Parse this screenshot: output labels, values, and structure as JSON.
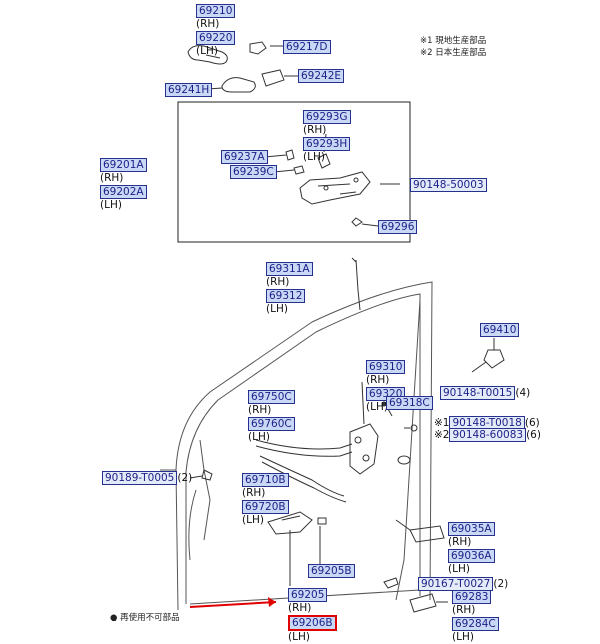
{
  "notes": [
    "※1 現地生産部品",
    "※2 日本生産部品"
  ],
  "footer_note": "● 再使用不可部品",
  "labels": {
    "p69210": {
      "code": "69210",
      "suffix": "(RH)"
    },
    "p69220": {
      "code": "69220",
      "suffix": "(LH)"
    },
    "p69217D": {
      "code": "69217D",
      "suffix": ""
    },
    "p69242E": {
      "code": "69242E",
      "suffix": ""
    },
    "p69241H": {
      "code": "69241H",
      "suffix": ""
    },
    "p69293G": {
      "code": "69293G",
      "suffix": "(RH)"
    },
    "p69293H": {
      "code": "69293H",
      "suffix": "(LH)"
    },
    "p69201A": {
      "code": "69201A",
      "suffix": "(RH)"
    },
    "p69202A": {
      "code": "69202A",
      "suffix": "(LH)"
    },
    "p69237A": {
      "code": "69237A",
      "suffix": ""
    },
    "p69239C": {
      "code": "69239C",
      "suffix": ""
    },
    "p90148_50003": {
      "code": "90148-50003",
      "suffix": ""
    },
    "p69296": {
      "code": "69296",
      "suffix": ""
    },
    "p69311A": {
      "code": "69311A",
      "suffix": "(RH)"
    },
    "p69312": {
      "code": "69312",
      "suffix": "(LH)"
    },
    "p69410": {
      "code": "69410",
      "suffix": ""
    },
    "p69310": {
      "code": "69310",
      "suffix": "(RH)"
    },
    "p69320": {
      "code": "69320",
      "suffix": "(LH)"
    },
    "p90148_T0015": {
      "code": "90148-T0015",
      "suffix": "(4)"
    },
    "p69750C": {
      "code": "69750C",
      "suffix": "(RH)"
    },
    "p69760C": {
      "code": "69760C",
      "suffix": "(LH)"
    },
    "p69318C": {
      "code": "69318C",
      "suffix": ""
    },
    "p90148_T0018": {
      "prefix": "※1",
      "code": "90148-T0018",
      "suffix": "(6)"
    },
    "p90148_60083": {
      "prefix": "※2",
      "code": "90148-60083",
      "suffix": "(6)"
    },
    "p90189_T0005": {
      "code": "90189-T0005",
      "suffix": "(2)"
    },
    "p69710B": {
      "code": "69710B",
      "suffix": "(RH)"
    },
    "p69720B": {
      "code": "69720B",
      "suffix": "(LH)"
    },
    "p69035A": {
      "code": "69035A",
      "suffix": "(RH)"
    },
    "p69036A": {
      "code": "69036A",
      "suffix": "(LH)"
    },
    "p69205B": {
      "code": "69205B",
      "suffix": ""
    },
    "p90167_T0027": {
      "code": "90167-T0027",
      "suffix": "(2)"
    },
    "p69205": {
      "code": "69205",
      "suffix": "(RH)"
    },
    "p69206B": {
      "code": "69206B",
      "suffix": "(LH)"
    },
    "p69283": {
      "code": "69283",
      "suffix": "(RH)"
    },
    "p69284C": {
      "code": "69284C",
      "suffix": "(LH)"
    }
  },
  "colors": {
    "callout_fill": "#c9d8f4",
    "callout_border": "#26318f",
    "callout_text": "#1b1f8a",
    "highlight": "#e00000"
  }
}
